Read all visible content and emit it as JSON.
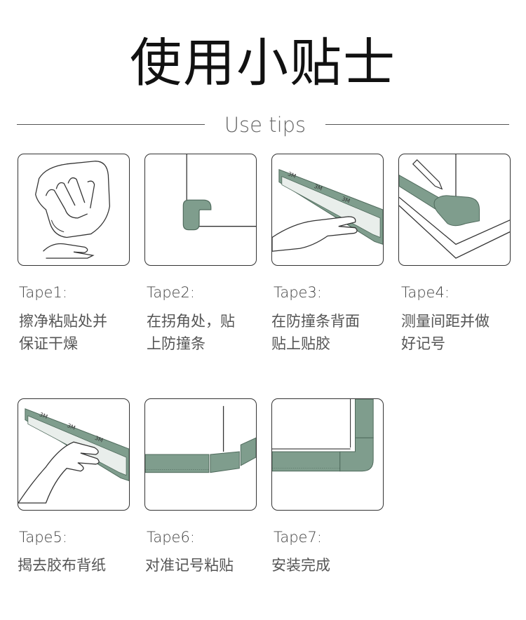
{
  "header": {
    "title": "使用小贴士",
    "subtitle": "Use tips"
  },
  "colors": {
    "tape_green": "#7f9d8d",
    "tape_green_dark": "#5f7b6d",
    "line": "#333333"
  },
  "steps": [
    {
      "label": "Tape1:",
      "desc": "擦净粘贴处并\n保证干燥",
      "icon": "hand-wipe-icon"
    },
    {
      "label": "Tape2:",
      "desc": "在拐角处，贴\n上防撞条",
      "icon": "corner-guard-icon"
    },
    {
      "label": "Tape3:",
      "desc": "在防撞条背面\n贴上贴胶",
      "icon": "apply-tape-icon"
    },
    {
      "label": "Tape4:",
      "desc": "测量间距并做\n好记号",
      "icon": "measure-mark-icon"
    },
    {
      "label": "Tape5:",
      "desc": "揭去胶布背纸",
      "icon": "peel-backing-icon"
    },
    {
      "label": "Tape6:",
      "desc": "对准记号粘贴",
      "icon": "align-edge-icon"
    },
    {
      "label": "Tape7:",
      "desc": "安装完成",
      "icon": "installed-corner-icon"
    }
  ],
  "tape_print": "3M"
}
